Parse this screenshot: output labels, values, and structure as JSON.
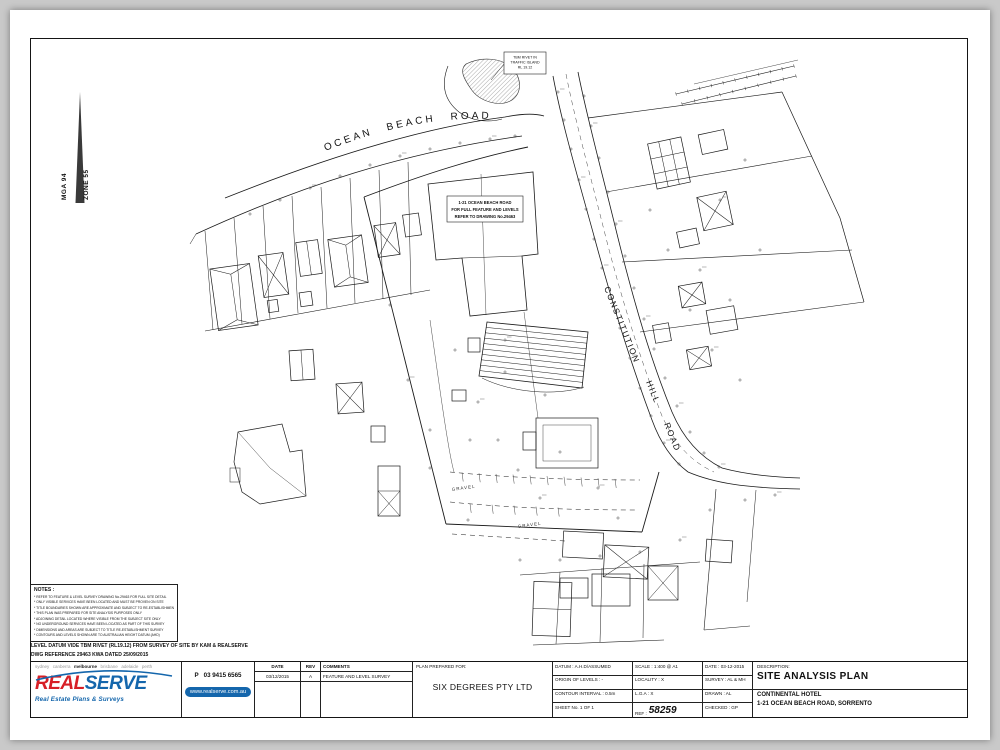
{
  "sheet": {
    "background": "#c9c9c9",
    "paper_color": "#ffffff",
    "line_color": "#1a1a1a"
  },
  "north": {
    "mga": "MGA 94",
    "zone": "ZONE 55"
  },
  "plan": {
    "road_ocean": "OCEAN BEACH ROAD",
    "road_constitution": [
      "CONSTITUTION",
      "HILL",
      "ROAD"
    ],
    "gravel_1": "GRAVEL",
    "gravel_2": "GRAVEL",
    "feature_note": [
      "1-21 OCEAN BEACH ROAD",
      "FOR FULL FEATURE AND LEVELS",
      "REFER TO DRAWING No.29463"
    ],
    "tbm_note": [
      "TBM RIVET IN",
      "TRAFFIC ISLAND",
      "RL 19.12"
    ]
  },
  "notes": {
    "title": "NOTES :",
    "lines": [
      "* REFER TO FEATURE & LEVEL SURVEY DRAWING No.29463 FOR FULL SITE DETAIL",
      "* ONLY VISIBLE SERVICES HAVE BEEN LOCATED AND MUST BE PROVEN ON SITE",
      "* TITLE BOUNDARIES SHOWN ARE APPROXIMATE AND SUBJECT TO RE-ESTABLISHMENT",
      "* THIS PLAN WAS PREPARED FOR SITE ANALYSIS PURPOSES ONLY",
      "* ADJOINING DETAIL LOCATED WHERE VISIBLE FROM THE SUBJECT SITE ONLY",
      "* NO UNDERGROUND SERVICES HAVE BEEN LOCATED AS PART OF THIS SURVEY",
      "* DIMENSIONS AND AREAS ARE SUBJECT TO TITLE RE-ESTABLISHMENT SURVEY",
      "* CONTOURS AND LEVELS SHOWN ARE TO AUSTRALIAN HEIGHT DATUM (AHD)"
    ]
  },
  "datum": {
    "line1": "LEVEL DATUM VIDE TBM RIVET (RL19.12) FROM SURVEY OF SITE BY KAM & REALSERVE",
    "line2": "DWG REFERENCE 29463 KWA DATED 25/09/2015"
  },
  "titleblock": {
    "cities": [
      "sydney",
      "canberra",
      "melbourne",
      "brisbane",
      "adelaide",
      "perth"
    ],
    "logo": {
      "part1": "REAL",
      "part2": "SERVE",
      "tagline": "Real Estate Plans & Surveys",
      "color1": "#d71f26",
      "color2": "#1466ac"
    },
    "phone_label": "P",
    "phone_number": "03 9415 6565",
    "website": "www.realserve.com.au",
    "revisions": {
      "headers": [
        "DATE",
        "REV",
        "COMMENTS"
      ],
      "rows": [
        [
          "03/12/2015",
          "A",
          "FEATURE AND LEVEL SURVEY"
        ]
      ]
    },
    "prepared_label": "PLAN PREPARED FOR:",
    "prepared_for": "SIX DEGREES PTY LTD",
    "info_grid": [
      [
        "DATUM : A.H.D/ASSUMED",
        "SCALE : 1:400 @ A1",
        "DATE : 03-12-2015"
      ],
      [
        "ORIGIN OF LEVELS : -",
        "LOCALITY : X",
        "SURVEY : AL & MH"
      ],
      [
        "CONTOUR INTERVAL : 0.5m",
        "L.G.A : X",
        "DRAWN : AL"
      ],
      [
        "SHEET No. 1 OF 1",
        "",
        "CHECKED : GP"
      ]
    ],
    "ref_label": "REF :",
    "ref_value": "58259",
    "description_label": "DESCRIPTION:",
    "description_title": "SITE ANALYSIS PLAN",
    "project_line1": "CONTINENTAL HOTEL",
    "project_line2": "1-21 OCEAN BEACH ROAD, SORRENTO"
  }
}
